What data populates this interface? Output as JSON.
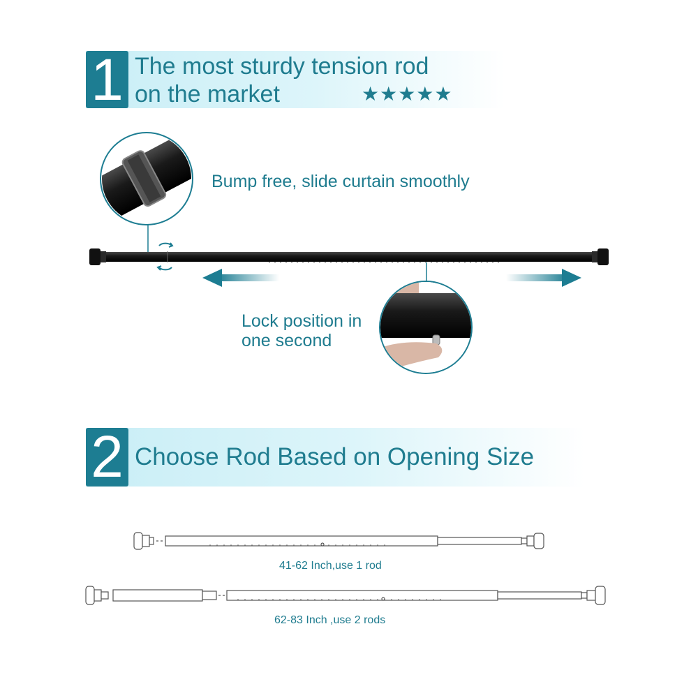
{
  "section1": {
    "number": "1",
    "title_line1": "The most sturdy tension rod",
    "title_line2": "on the market",
    "stars": "★★★★★",
    "rating_stars": 5,
    "star_icon": "star-icon"
  },
  "features": {
    "bump_free": "Bump free, slide curtain smoothly",
    "lock_line1": "Lock position in",
    "lock_line2": "one second",
    "rotate_icon": "rotate-icon",
    "arrow_left_icon": "arrow-left-icon",
    "arrow_right_icon": "arrow-right-icon"
  },
  "section2": {
    "number": "2",
    "title": "Choose Rod Based on Opening Size",
    "option1_caption": "41-62 Inch,use 1 rod",
    "option2_caption": "62-83 Inch ,use 2 rods"
  },
  "colors": {
    "accent": "#1d7d92",
    "banner": "#c9eef6",
    "rod": "#1a1a1a"
  }
}
